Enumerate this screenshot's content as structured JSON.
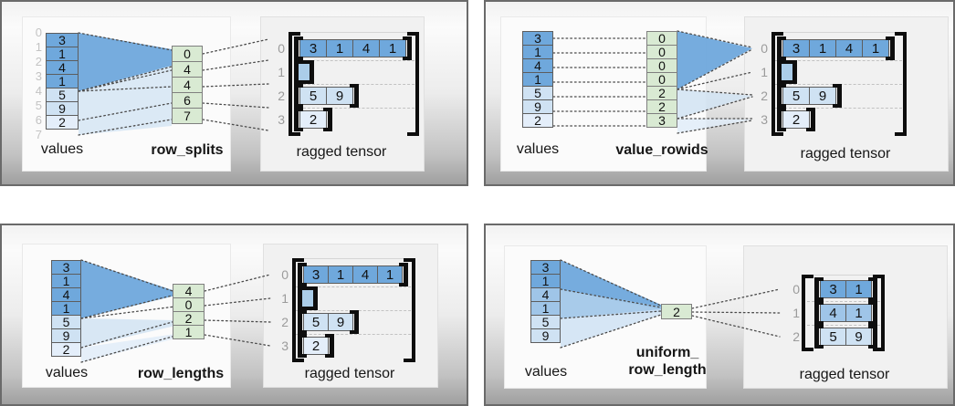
{
  "figure_labels": {
    "values": "values",
    "ragged_tensor": "ragged tensor"
  },
  "colors": {
    "row0_blue": "#6fa8dc",
    "row1_blue": "#9fc5e8",
    "row2_blue": "#cfe2f3",
    "row3_blue": "#e4eefa",
    "param_green": "#d9ead3",
    "empty_bracket_fill": "#abcde9"
  },
  "panels": [
    {
      "id": "row_splits",
      "values_label": "values",
      "param_label": "row_splits",
      "result_label": "ragged tensor",
      "value_indices": [
        "0",
        "1",
        "2",
        "3",
        "4",
        "5",
        "6",
        "7"
      ],
      "values": [
        {
          "v": "3",
          "c": "b1"
        },
        {
          "v": "1",
          "c": "b1"
        },
        {
          "v": "4",
          "c": "b1"
        },
        {
          "v": "1",
          "c": "b1"
        },
        {
          "v": "5",
          "c": "b3"
        },
        {
          "v": "9",
          "c": "b3"
        },
        {
          "v": "2",
          "c": "b4"
        }
      ],
      "param": [
        "0",
        "4",
        "4",
        "6",
        "7"
      ],
      "rows": [
        {
          "label": "0",
          "cells": [
            {
              "v": "3",
              "c": "b1"
            },
            {
              "v": "1",
              "c": "b1"
            },
            {
              "v": "4",
              "c": "b1"
            },
            {
              "v": "1",
              "c": "b1"
            }
          ]
        },
        {
          "label": "1",
          "cells": []
        },
        {
          "label": "2",
          "cells": [
            {
              "v": "5",
              "c": "b3"
            },
            {
              "v": "9",
              "c": "b3"
            }
          ]
        },
        {
          "label": "3",
          "cells": [
            {
              "v": "2",
              "c": "b4"
            }
          ]
        }
      ]
    },
    {
      "id": "value_rowids",
      "values_label": "values",
      "param_label": "value_rowids",
      "result_label": "ragged tensor",
      "values": [
        {
          "v": "3",
          "c": "b1"
        },
        {
          "v": "1",
          "c": "b1"
        },
        {
          "v": "4",
          "c": "b1"
        },
        {
          "v": "1",
          "c": "b1"
        },
        {
          "v": "5",
          "c": "b3"
        },
        {
          "v": "9",
          "c": "b3"
        },
        {
          "v": "2",
          "c": "b4"
        }
      ],
      "param": [
        "0",
        "0",
        "0",
        "0",
        "2",
        "2",
        "3"
      ],
      "rows": [
        {
          "label": "0",
          "cells": [
            {
              "v": "3",
              "c": "b1"
            },
            {
              "v": "1",
              "c": "b1"
            },
            {
              "v": "4",
              "c": "b1"
            },
            {
              "v": "1",
              "c": "b1"
            }
          ]
        },
        {
          "label": "1",
          "cells": []
        },
        {
          "label": "2",
          "cells": [
            {
              "v": "5",
              "c": "b3"
            },
            {
              "v": "9",
              "c": "b3"
            }
          ]
        },
        {
          "label": "3",
          "cells": [
            {
              "v": "2",
              "c": "b4"
            }
          ]
        }
      ]
    },
    {
      "id": "row_lengths",
      "values_label": "values",
      "param_label": "row_lengths",
      "result_label": "ragged tensor",
      "values": [
        {
          "v": "3",
          "c": "b1"
        },
        {
          "v": "1",
          "c": "b1"
        },
        {
          "v": "4",
          "c": "b1"
        },
        {
          "v": "1",
          "c": "b1"
        },
        {
          "v": "5",
          "c": "b3"
        },
        {
          "v": "9",
          "c": "b3"
        },
        {
          "v": "2",
          "c": "b4"
        }
      ],
      "param": [
        "4",
        "0",
        "2",
        "1"
      ],
      "rows": [
        {
          "label": "0",
          "cells": [
            {
              "v": "3",
              "c": "b1"
            },
            {
              "v": "1",
              "c": "b1"
            },
            {
              "v": "4",
              "c": "b1"
            },
            {
              "v": "1",
              "c": "b1"
            }
          ]
        },
        {
          "label": "1",
          "cells": []
        },
        {
          "label": "2",
          "cells": [
            {
              "v": "5",
              "c": "b3"
            },
            {
              "v": "9",
              "c": "b3"
            }
          ]
        },
        {
          "label": "3",
          "cells": [
            {
              "v": "2",
              "c": "b4"
            }
          ]
        }
      ]
    },
    {
      "id": "uniform_row_length",
      "values_label": "values",
      "param_label_lines": [
        "uniform_",
        "row_length"
      ],
      "result_label": "ragged tensor",
      "values": [
        {
          "v": "3",
          "c": "b1"
        },
        {
          "v": "1",
          "c": "b1"
        },
        {
          "v": "4",
          "c": "b2"
        },
        {
          "v": "1",
          "c": "b2"
        },
        {
          "v": "5",
          "c": "b3"
        },
        {
          "v": "9",
          "c": "b3"
        }
      ],
      "param": [
        "2"
      ],
      "rows": [
        {
          "label": "0",
          "cells": [
            {
              "v": "3",
              "c": "b1"
            },
            {
              "v": "1",
              "c": "b1"
            }
          ]
        },
        {
          "label": "1",
          "cells": [
            {
              "v": "4",
              "c": "b2"
            },
            {
              "v": "1",
              "c": "b2"
            }
          ]
        },
        {
          "label": "2",
          "cells": [
            {
              "v": "5",
              "c": "b3"
            },
            {
              "v": "9",
              "c": "b3"
            }
          ]
        }
      ]
    }
  ]
}
